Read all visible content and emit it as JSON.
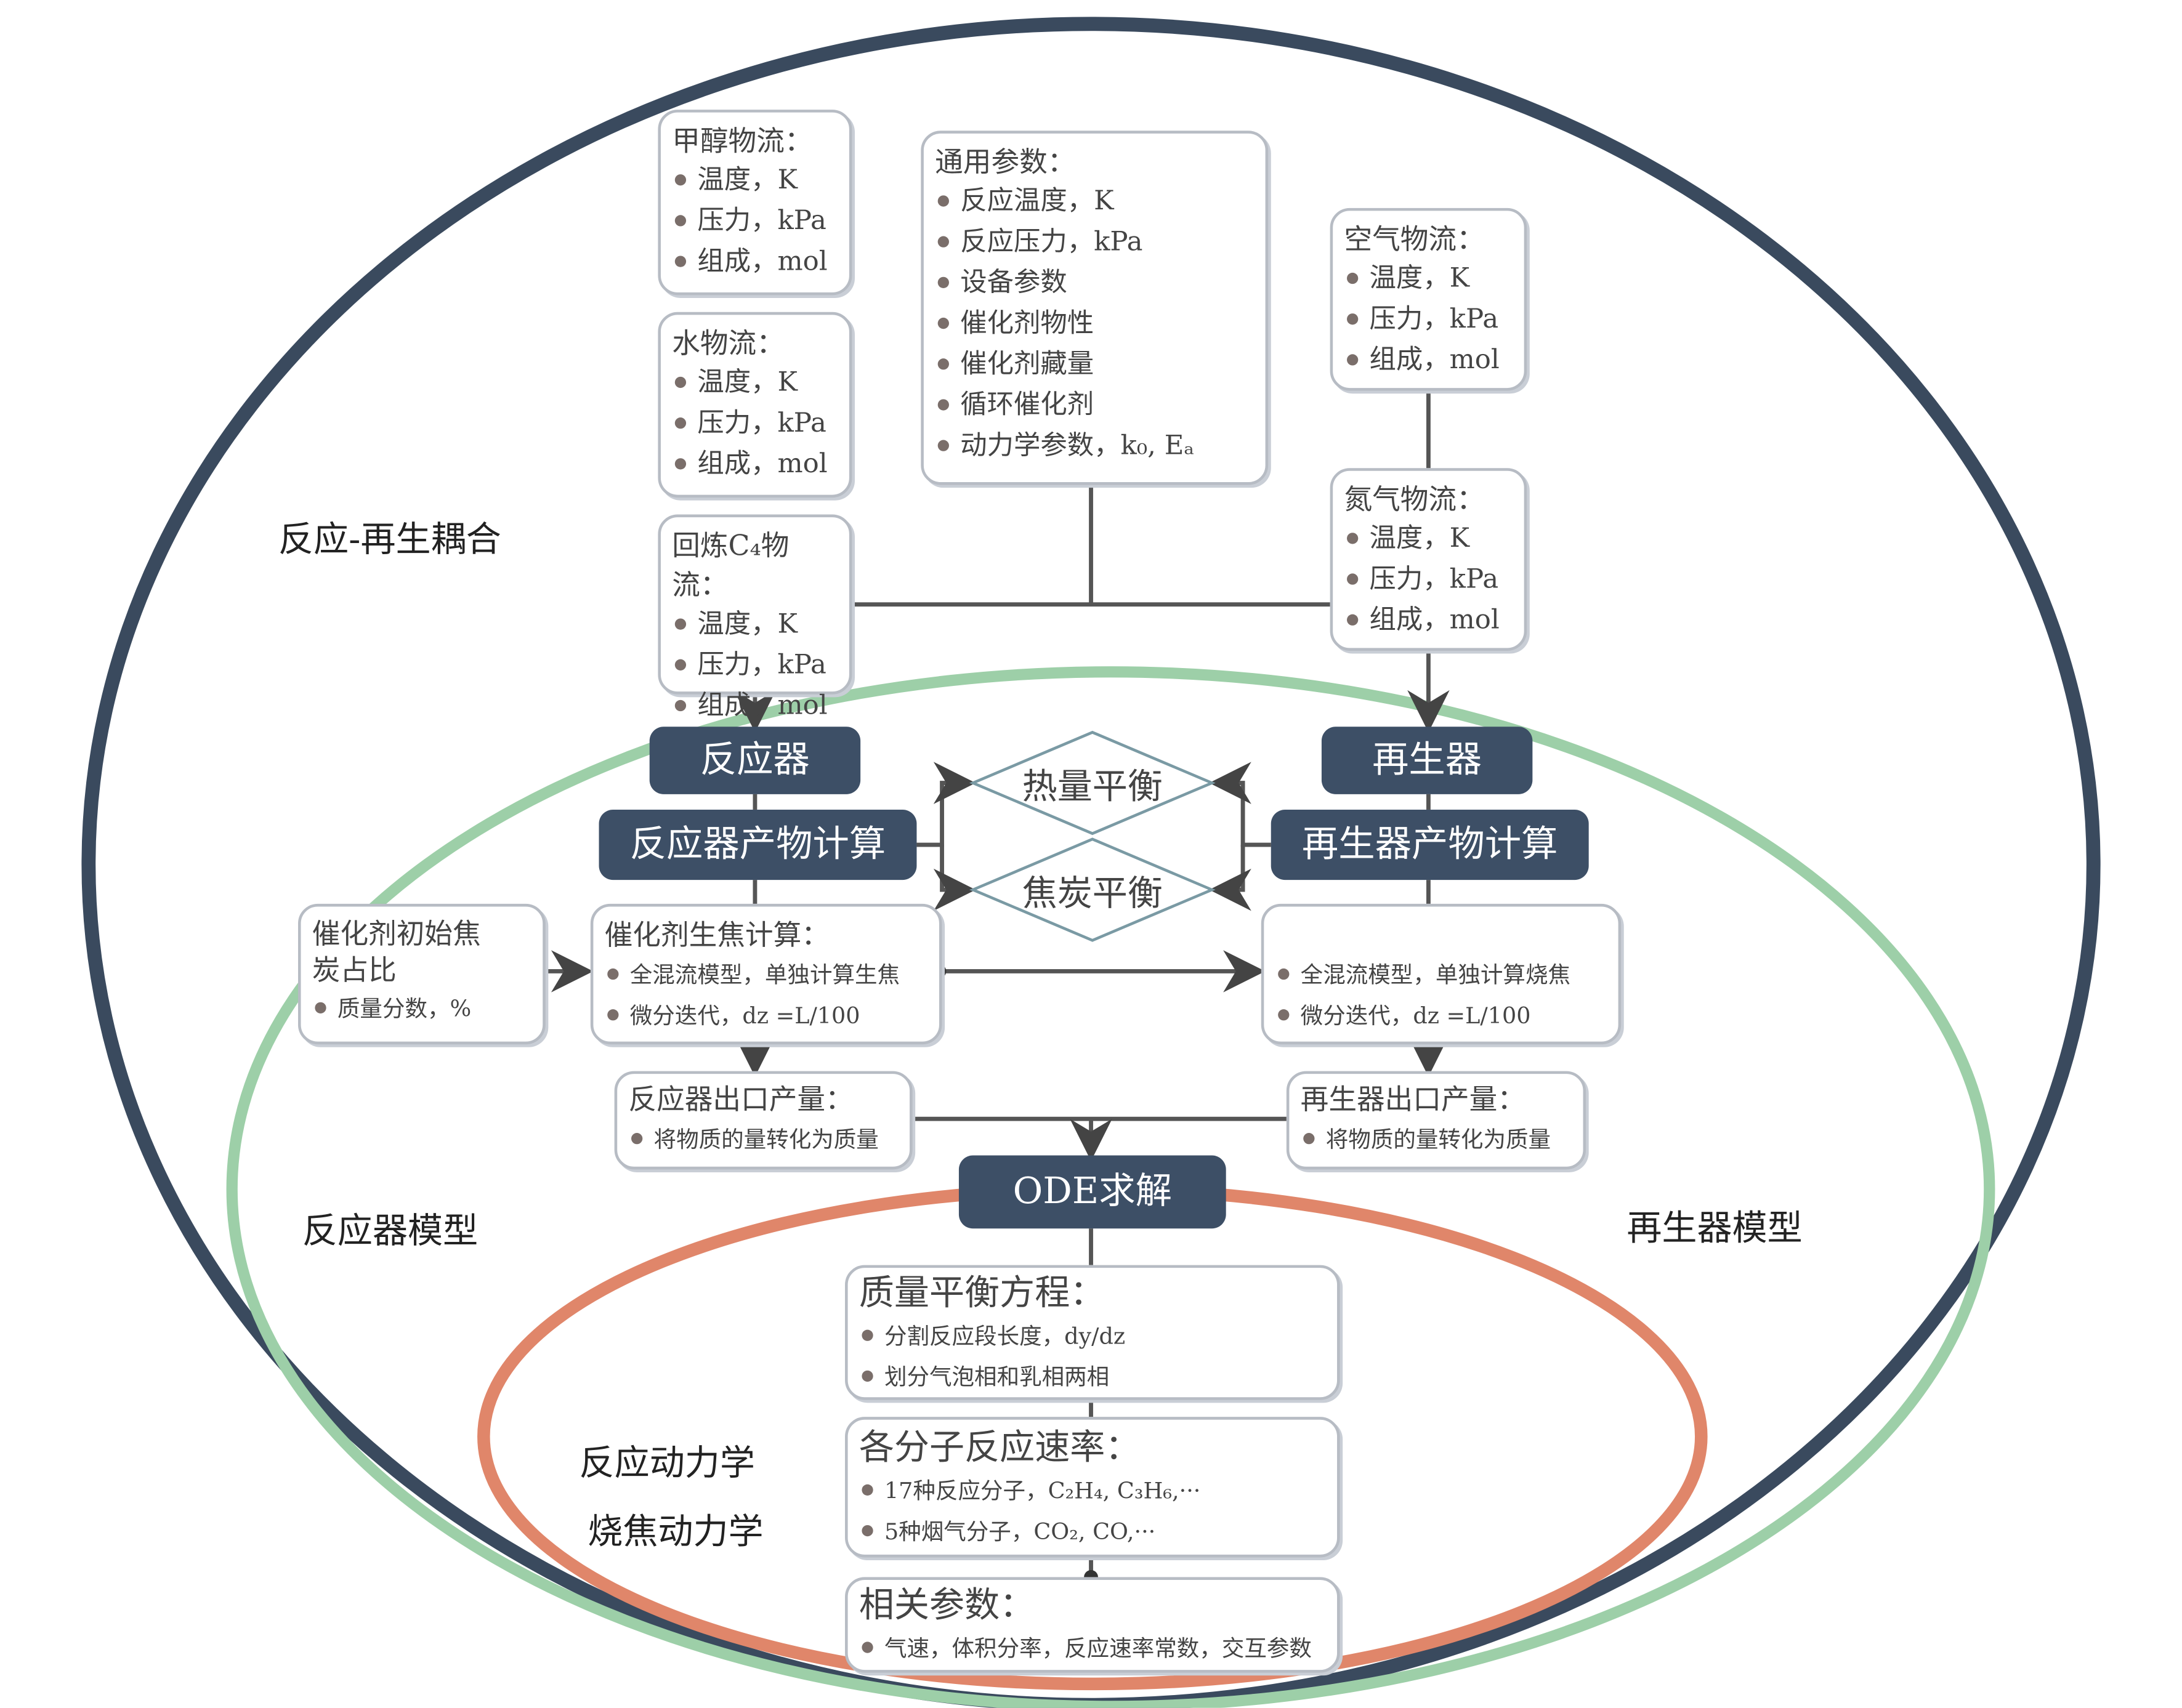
{
  "outer_label": "反应-再生耦合",
  "reactor_model_label": "反应器模型",
  "regen_model_label": "再生器模型",
  "kinetics_labels": [
    "反应动力学",
    "烧焦动力学"
  ],
  "streams": {
    "methanol": {
      "title": "甲醇物流：",
      "items": [
        "温度，K",
        "压力，kPa",
        "组成，mol"
      ]
    },
    "water": {
      "title": "水物流：",
      "items": [
        "温度，K",
        "压力，kPa",
        "组成，mol"
      ]
    },
    "c4": {
      "title": "回炼C₄物流：",
      "items": [
        "温度，K",
        "压力，kPa",
        "组成，mol"
      ]
    },
    "air": {
      "title": "空气物流：",
      "items": [
        "温度，K",
        "压力，kPa",
        "组成，mol"
      ]
    },
    "nitrogen": {
      "title": "氮气物流：",
      "items": [
        "温度，K",
        "压力，kPa",
        "组成，mol"
      ]
    }
  },
  "general": {
    "title": "通用参数：",
    "items": [
      "反应温度，K",
      "反应压力，kPa",
      "设备参数",
      "催化剂物性",
      "催化剂藏量",
      "循环催化剂",
      "动力学参数，k₀, Eₐ"
    ]
  },
  "reactor": "反应器",
  "regenerator": "再生器",
  "reactor_calc": "反应器产物计算",
  "regen_calc": "再生器产物计算",
  "heat_balance": "热量平衡",
  "coke_balance": "焦炭平衡",
  "initial_coke": {
    "title": "催化剂初始焦炭占比",
    "items": [
      "质量分数，%"
    ]
  },
  "coke_gen": {
    "title": "催化剂生焦计算：",
    "items": [
      "全混流模型，单独计算生焦",
      "微分迭代，dz =L/100"
    ]
  },
  "coke_burn": {
    "items": [
      "全混流模型，单独计算烧焦",
      "微分迭代，dz =L/100"
    ]
  },
  "reactor_out": {
    "title": "反应器出口产量：",
    "items": [
      "将物质的量转化为质量"
    ]
  },
  "regen_out": {
    "title": "再生器出口产量：",
    "items": [
      "将物质的量转化为质量"
    ]
  },
  "ode": "ODE求解",
  "mass_balance": {
    "title": "质量平衡方程：",
    "items": [
      "分割反应段长度，dy/dz",
      "划分气泡相和乳相两相"
    ]
  },
  "rates": {
    "title": "各分子反应速率：",
    "items": [
      "17种反应分子，C₂H₄, C₃H₆,···",
      "5种烟气分子，CO₂, CO,···"
    ]
  },
  "params": {
    "title": "相关参数：",
    "items": [
      "气速，体积分率，反应速率常数，交互参数"
    ]
  },
  "colors": {
    "outer": "#3a4a5e",
    "green": "#9dcfa8",
    "orange": "#e0866a",
    "dark_box": "#3d4f66"
  }
}
